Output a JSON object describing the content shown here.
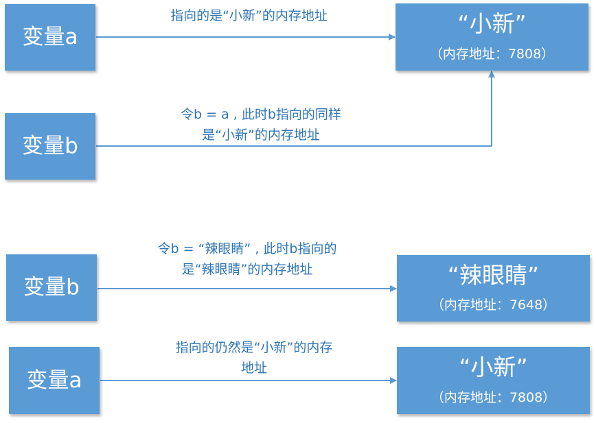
{
  "diagram1": {
    "var_a": "变量a",
    "var_b": "变量b",
    "value_box": {
      "title": "“小新”",
      "address": "（内存地址：7808）"
    },
    "label_a": [
      "指向的是“小新”的内存地址"
    ],
    "label_b": [
      "令b = a , 此时b指向的同样",
      "是“小新”的内存地址"
    ]
  },
  "diagram2": {
    "var_b": "变量b",
    "var_a": "变量a",
    "value_box_b": {
      "title": "“辣眼睛”",
      "address": "（内存地址：7648）"
    },
    "value_box_a": {
      "title": "“小新”",
      "address": "（内存地址：7808）"
    },
    "label_b": [
      "令b = “辣眼睛” , 此时b指向的",
      "是“辣眼睛”的内存地址"
    ],
    "label_a": [
      "指向的仍然是“小新”的内存",
      "地址"
    ]
  },
  "colors": {
    "box": "#5b9bd5",
    "arrow": "#5b9bd5",
    "label_text": "#2e75b6"
  }
}
